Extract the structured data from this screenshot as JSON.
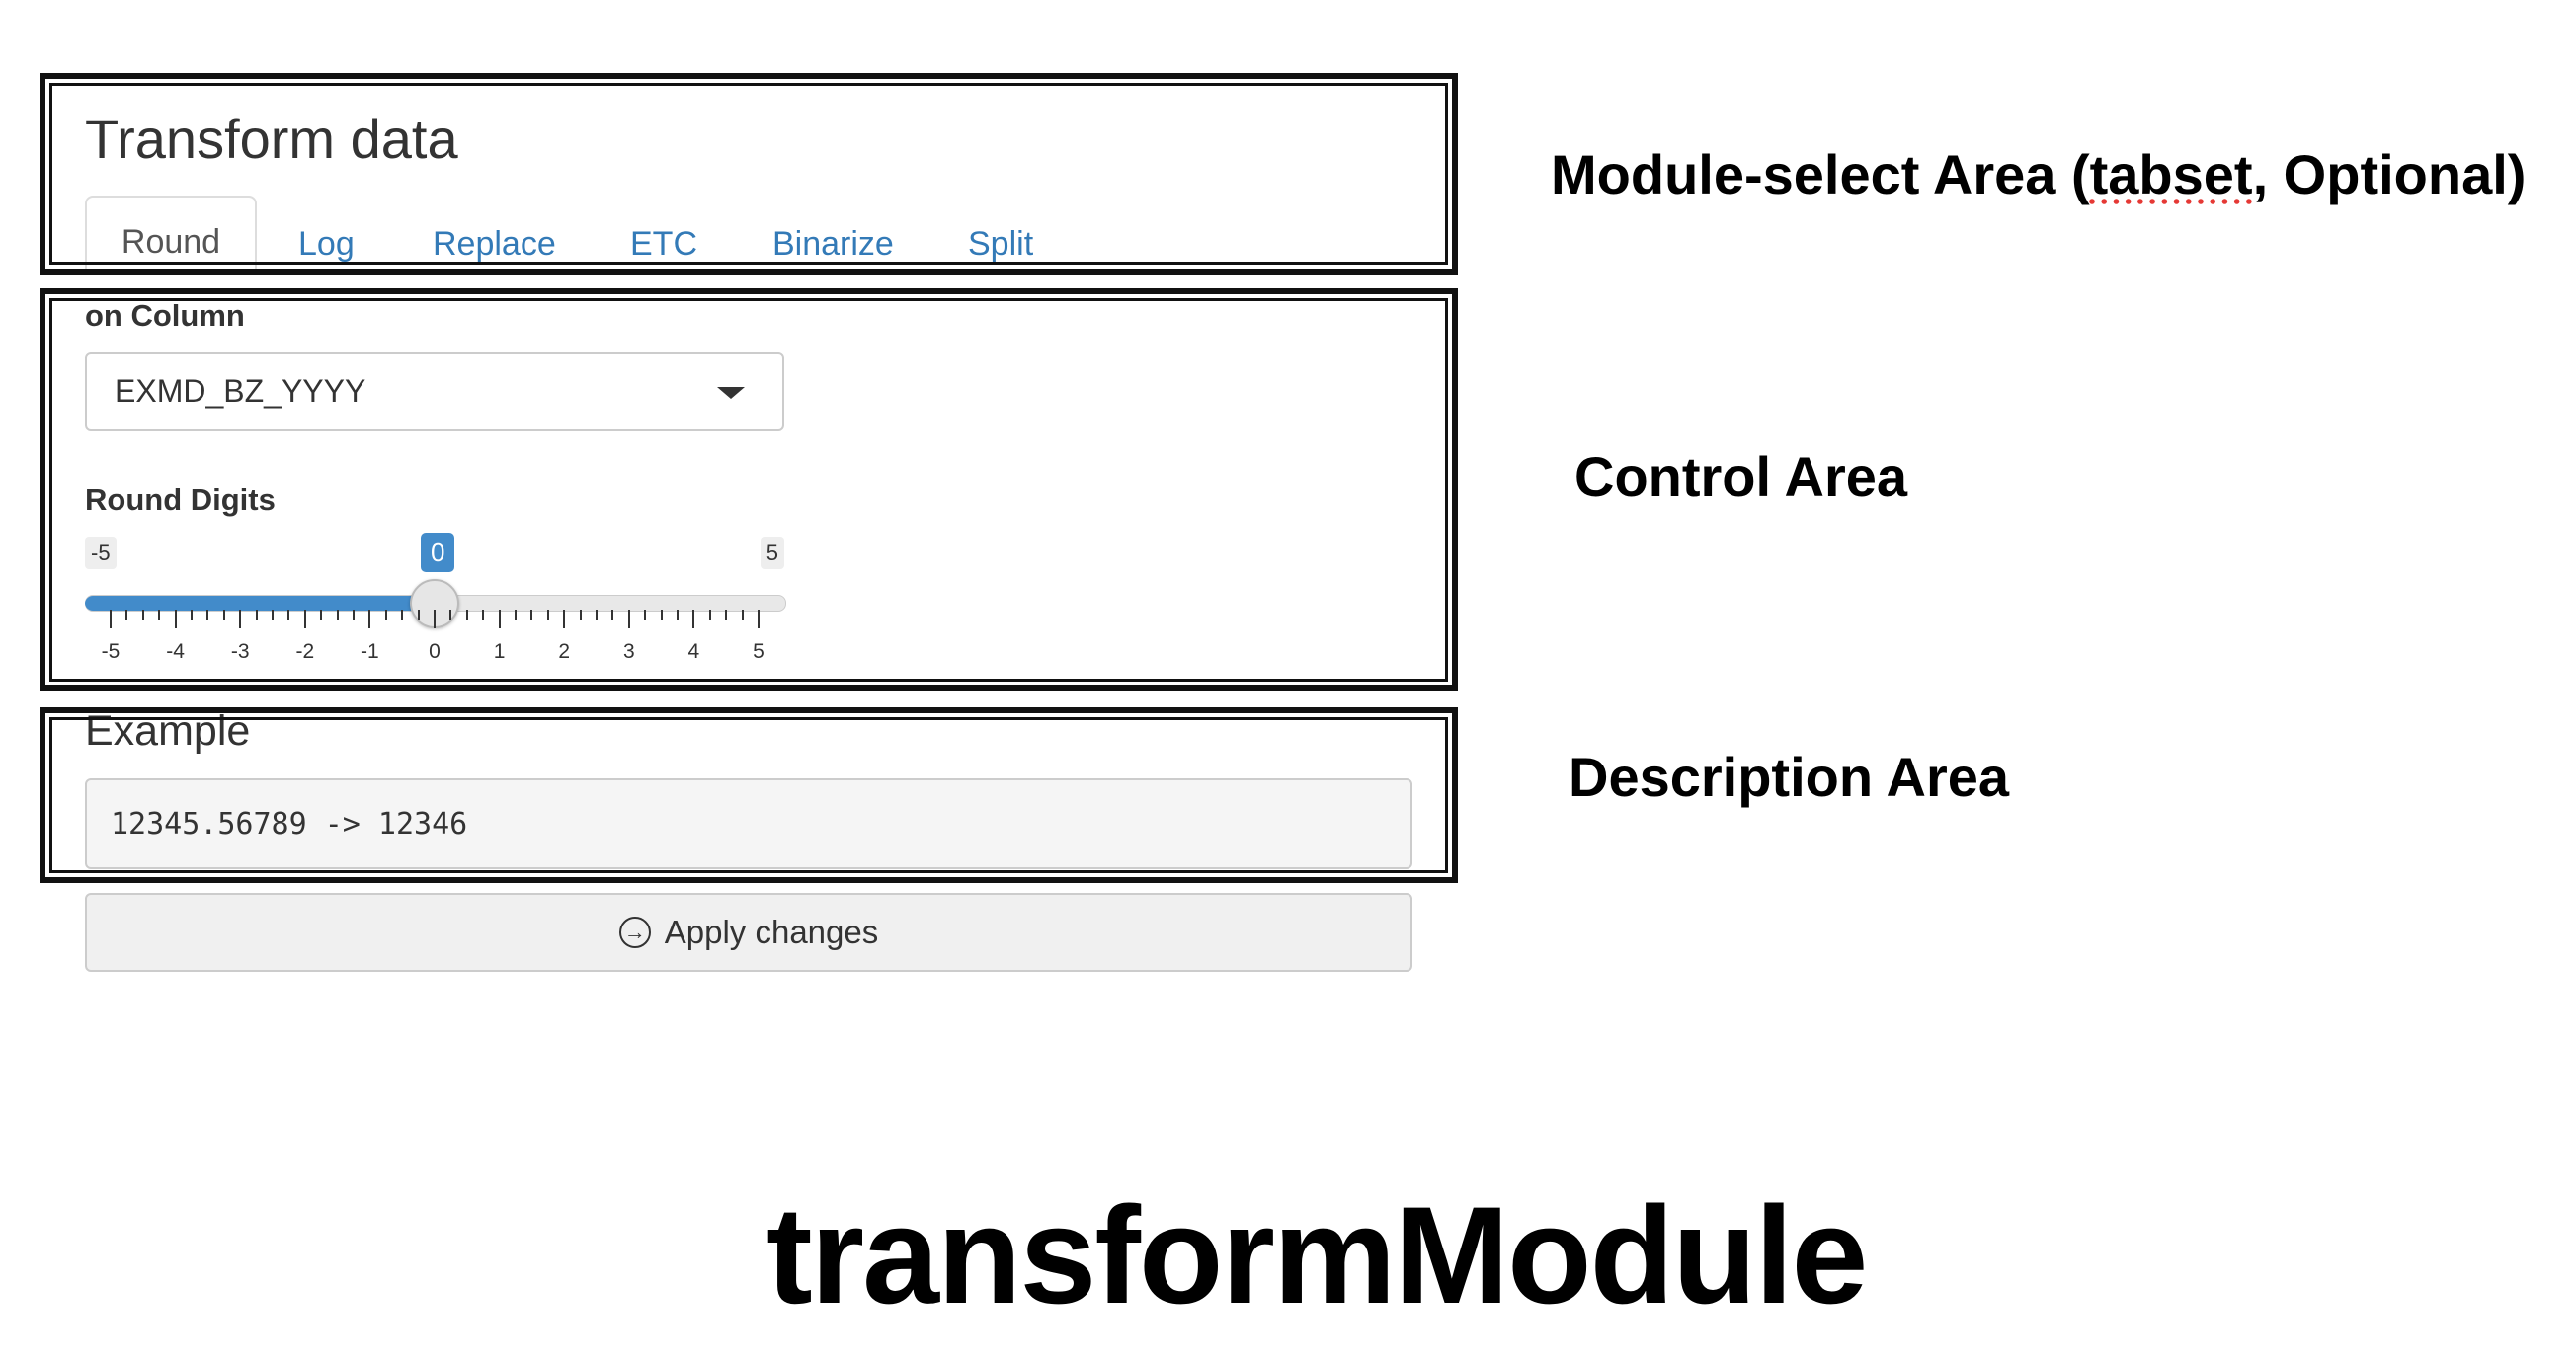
{
  "panel": {
    "title": "Transform data",
    "tabs": [
      {
        "label": "Round",
        "active": true
      },
      {
        "label": "Log",
        "active": false
      },
      {
        "label": "Replace",
        "active": false
      },
      {
        "label": "ETC",
        "active": false
      },
      {
        "label": "Binarize",
        "active": false
      },
      {
        "label": "Split",
        "active": false
      }
    ],
    "column_label": "on Column",
    "column_value": "EXMD_BZ_YYYY",
    "digits_label": "Round Digits",
    "slider": {
      "min": "-5",
      "max": "5",
      "value": "0",
      "ticks": [
        "-5",
        "-4",
        "-3",
        "-2",
        "-1",
        "0",
        "1",
        "2",
        "3",
        "4",
        "5"
      ]
    },
    "example_label": "Example",
    "example_text": "12345.56789 -> 12346",
    "apply_label": "Apply changes"
  },
  "annotations": {
    "module_select_prefix": "Module-select Area (",
    "module_select_word": "tabset",
    "module_select_suffix": ", Optional)",
    "control": "Control Area",
    "description": "Description Area"
  },
  "caption": "transformModule",
  "colors": {
    "accent": "#428bca",
    "link": "#337ab7",
    "frame": "#111111"
  },
  "icons": {
    "apply": "arrow-circle-right-icon",
    "dropdown": "caret-down-icon"
  }
}
